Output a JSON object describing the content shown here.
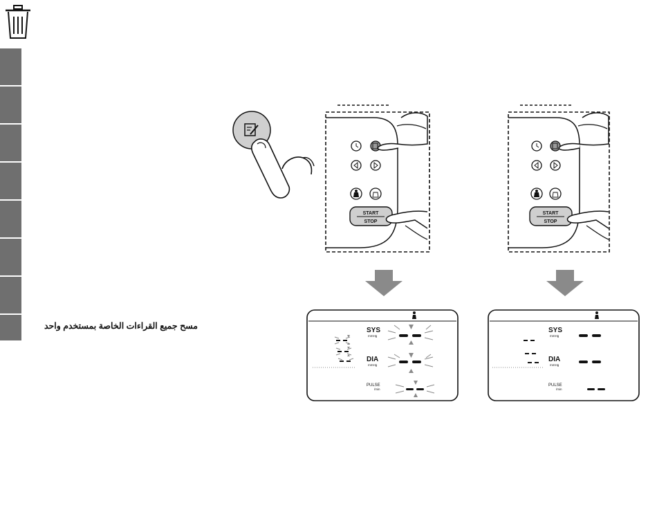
{
  "section": {
    "heading": "مسح جميع القراءات الخاصة بمستخدم واحد",
    "icon": "trash-icon",
    "tab_color": "#6f6f6f"
  },
  "device": {
    "start_label": "START",
    "stop_label": "STOP",
    "memory_icon": "memory-edit-icon",
    "clock_icon": "clock-icon",
    "user1_icon": "user1-icon",
    "user2_icon": "user2-icon"
  },
  "display": {
    "sys_label": "SYS",
    "dia_label": "DIA",
    "pulse_label": "PULSE",
    "pressure_unit": "mmHg",
    "pulse_unit": "/min"
  }
}
